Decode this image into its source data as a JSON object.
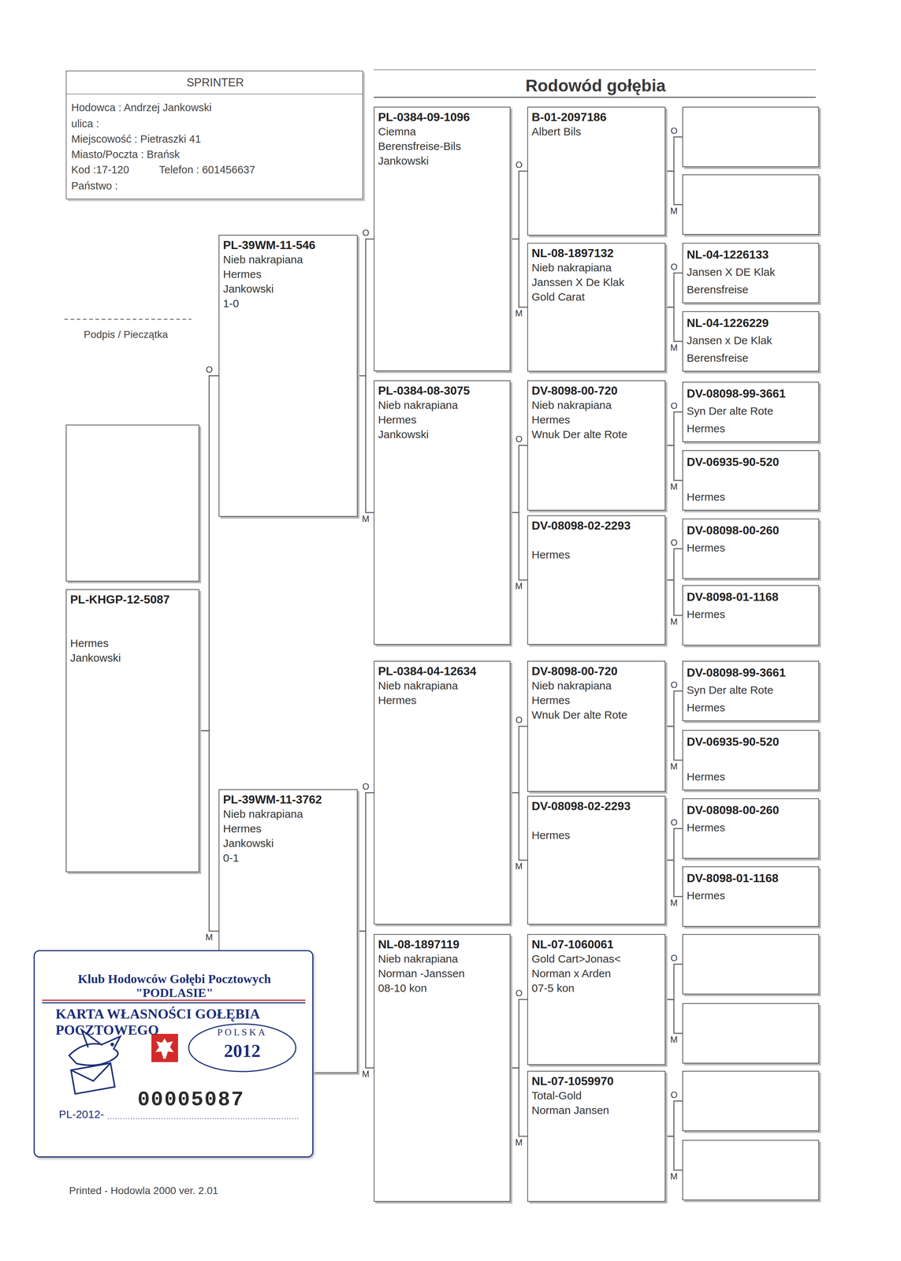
{
  "diagram": {
    "title": "Rodowód gołębia",
    "nodes": [
      {
        "text": [
          "SPRINTER",
          "Hodowca : Andrzej Jankowski",
          "ulica :",
          "Miejscowość : Pietraszki 41",
          "Miasto/Poczta : Brańsk",
          "Kod :17-120",
          "Telefon : 601456637",
          "Państwo :"
        ]
      },
      {
        "text": [
          "PL-KHGP-12-5087",
          "Hermes",
          "Jankowski"
        ]
      },
      {
        "text": [
          "PL-39WM-11-546",
          "Nieb nakrapiana",
          "Hermes",
          "Jankowski",
          "1-0"
        ]
      },
      {
        "text": [
          "PL-0384-09-1096",
          "Ciemna",
          "Berensfreise-Bils",
          "Jankowski"
        ]
      },
      {
        "text": [
          "B-01-2097186",
          "Albert Bils"
        ]
      },
      {
        "text": [
          "NL-08-1897132",
          "Nieb nakrapiana",
          "Janssen X De Klak",
          "Gold Carat"
        ]
      },
      {
        "text": [
          "NL-04-1226133",
          "Jansen X DE Klak",
          "Berensfreise"
        ]
      },
      {
        "text": [
          "NL-04-1226229",
          "Jansen x De Klak",
          "Berensfreise"
        ]
      },
      {
        "text": [
          "PL-0384-08-3075",
          "Nieb nakrapiana",
          "Hermes",
          "Jankowski"
        ]
      },
      {
        "text": [
          "DV-8098-00-720",
          "Nieb nakrapiana",
          "Hermes",
          "Wnuk Der alte Rote"
        ]
      },
      {
        "text": [
          "DV-08098-99-3661",
          "Syn Der alte Rote",
          "Hermes"
        ]
      },
      {
        "text": [
          "DV-06935-90-520",
          "Hermes"
        ]
      },
      {
        "text": [
          "DV-08098-02-2293",
          "Hermes"
        ]
      },
      {
        "text": [
          "DV-08098-00-260",
          "Hermes"
        ]
      },
      {
        "text": [
          "DV-8098-01-1168",
          "Hermes"
        ]
      },
      {
        "text": [
          "PL-39WM-11-3762",
          "Nieb nakrapiana",
          "Hermes",
          "Jankowski",
          "0-1"
        ]
      },
      {
        "text": [
          "PL-0384-04-12634",
          "Nieb nakrapiana",
          "Hermes"
        ]
      },
      {
        "text": [
          "DV-8098-00-720",
          "Nieb nakrapiana",
          "Hermes",
          "Wnuk Der alte Rote"
        ]
      },
      {
        "text": [
          "DV-08098-99-3661",
          "Syn Der alte Rote",
          "Hermes"
        ]
      },
      {
        "text": [
          "DV-06935-90-520",
          "Hermes"
        ]
      },
      {
        "text": [
          "DV-08098-02-2293",
          "Hermes"
        ]
      },
      {
        "text": [
          "DV-08098-00-260",
          "Hermes"
        ]
      },
      {
        "text": [
          "DV-8098-01-1168",
          "Hermes"
        ]
      },
      {
        "text": [
          "NL-08-1897119",
          "Nieb nakrapiana",
          "Norman -Janssen",
          "08-10 kon"
        ]
      },
      {
        "text": [
          "NL-07-1060061",
          "Gold Cart>Jonas<",
          "Norman x Arden",
          "07-5 kon"
        ]
      },
      {
        "text": [
          "NL-07-1059970",
          "Total-Gold",
          "Norman Jansen"
        ]
      },
      {
        "text": [
          "Klub Hodowców Gołębi Pocztowych \"PODLASIE\"",
          "KARTA WŁASNOŚCI GOŁĘBIA POCZTOWEGO",
          "00005087",
          "PL-2012-"
        ]
      },
      {
        "text": [
          "POLSKA",
          "2012"
        ],
        "in": 26
      }
    ],
    "edges": [
      {
        "from": 1,
        "to": 2,
        "arrow": "none",
        "label": "O"
      },
      {
        "from": 1,
        "to": 15,
        "arrow": "none",
        "label": "M"
      },
      {
        "from": 2,
        "to": 3,
        "arrow": "none",
        "label": "O"
      },
      {
        "from": 2,
        "to": 8,
        "arrow": "none",
        "label": "M"
      },
      {
        "from": 3,
        "to": 4,
        "arrow": "none",
        "label": "O"
      },
      {
        "from": 3,
        "to": 5,
        "arrow": "none",
        "label": "M"
      },
      {
        "from": 5,
        "to": 6,
        "arrow": "none",
        "label": "O"
      },
      {
        "from": 5,
        "to": 7,
        "arrow": "none",
        "label": "M"
      },
      {
        "from": 8,
        "to": 9,
        "arrow": "none",
        "label": "O"
      },
      {
        "from": 8,
        "to": 12,
        "arrow": "none",
        "label": "M"
      },
      {
        "from": 9,
        "to": 10,
        "arrow": "none",
        "label": "O"
      },
      {
        "from": 9,
        "to": 11,
        "arrow": "none",
        "label": "M"
      },
      {
        "from": 12,
        "to": 13,
        "arrow": "none",
        "label": "O"
      },
      {
        "from": 12,
        "to": 14,
        "arrow": "none",
        "label": "M"
      },
      {
        "from": 15,
        "to": 16,
        "arrow": "none",
        "label": "O"
      },
      {
        "from": 15,
        "to": 23,
        "arrow": "none",
        "label": "M"
      },
      {
        "from": 16,
        "to": 17,
        "arrow": "none",
        "label": "O"
      },
      {
        "from": 16,
        "to": 20,
        "arrow": "none",
        "label": "M"
      },
      {
        "from": 17,
        "to": 18,
        "arrow": "none",
        "label": "O"
      },
      {
        "from": 17,
        "to": 19,
        "arrow": "none",
        "label": "M"
      },
      {
        "from": 20,
        "to": 21,
        "arrow": "none",
        "label": "O"
      },
      {
        "from": 20,
        "to": 22,
        "arrow": "none",
        "label": "M"
      },
      {
        "from": 23,
        "to": 24,
        "arrow": "none",
        "label": "O"
      },
      {
        "from": 23,
        "to": 25,
        "arrow": "none",
        "label": "M"
      }
    ],
    "labels": [
      "O",
      "M",
      "O",
      "M",
      "O",
      "M",
      "Podpis / Pieczątka",
      "Printed - Hodowla 2000 ver. 2.01"
    ]
  }
}
